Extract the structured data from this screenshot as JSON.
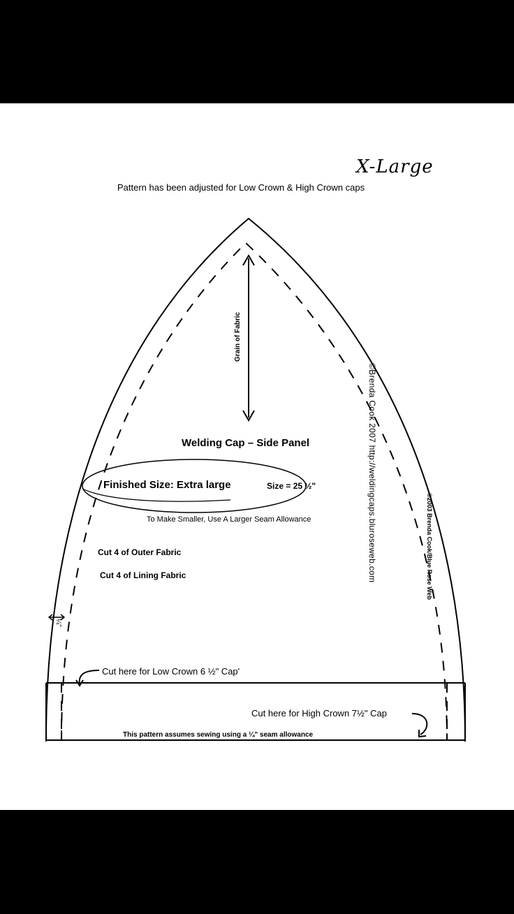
{
  "size_label": "X-Large",
  "adjusted_note": "Pattern has been adjusted for Low Crown & High Crown caps",
  "grain_label": "Grain of Fabric",
  "panel_title": "Welding Cap – Side Panel",
  "finished_size": "Finished Size: Extra large",
  "size_value": "Size = 25 ½\"",
  "smaller_note": "To Make Smaller, Use A Larger Seam Allowance",
  "cut_outer": "Cut 4 of Outer Fabric",
  "cut_lining": "Cut 4 of Lining Fabric",
  "copyright_web": "©Brenda Cook 2007  http://weldingcaps.bluroseweb.com",
  "copyright_2003": "©2003 Brenda Cook/Blue Rose Web",
  "seam_mark": "¼\"",
  "cut_low_crown": "Cut here for Low Crown 6 ½\" Cap'",
  "cut_high_crown": "Cut here for High Crown 7½\" Cap",
  "seam_note": "This pattern assumes sewing using a ¼\" seam allowance"
}
